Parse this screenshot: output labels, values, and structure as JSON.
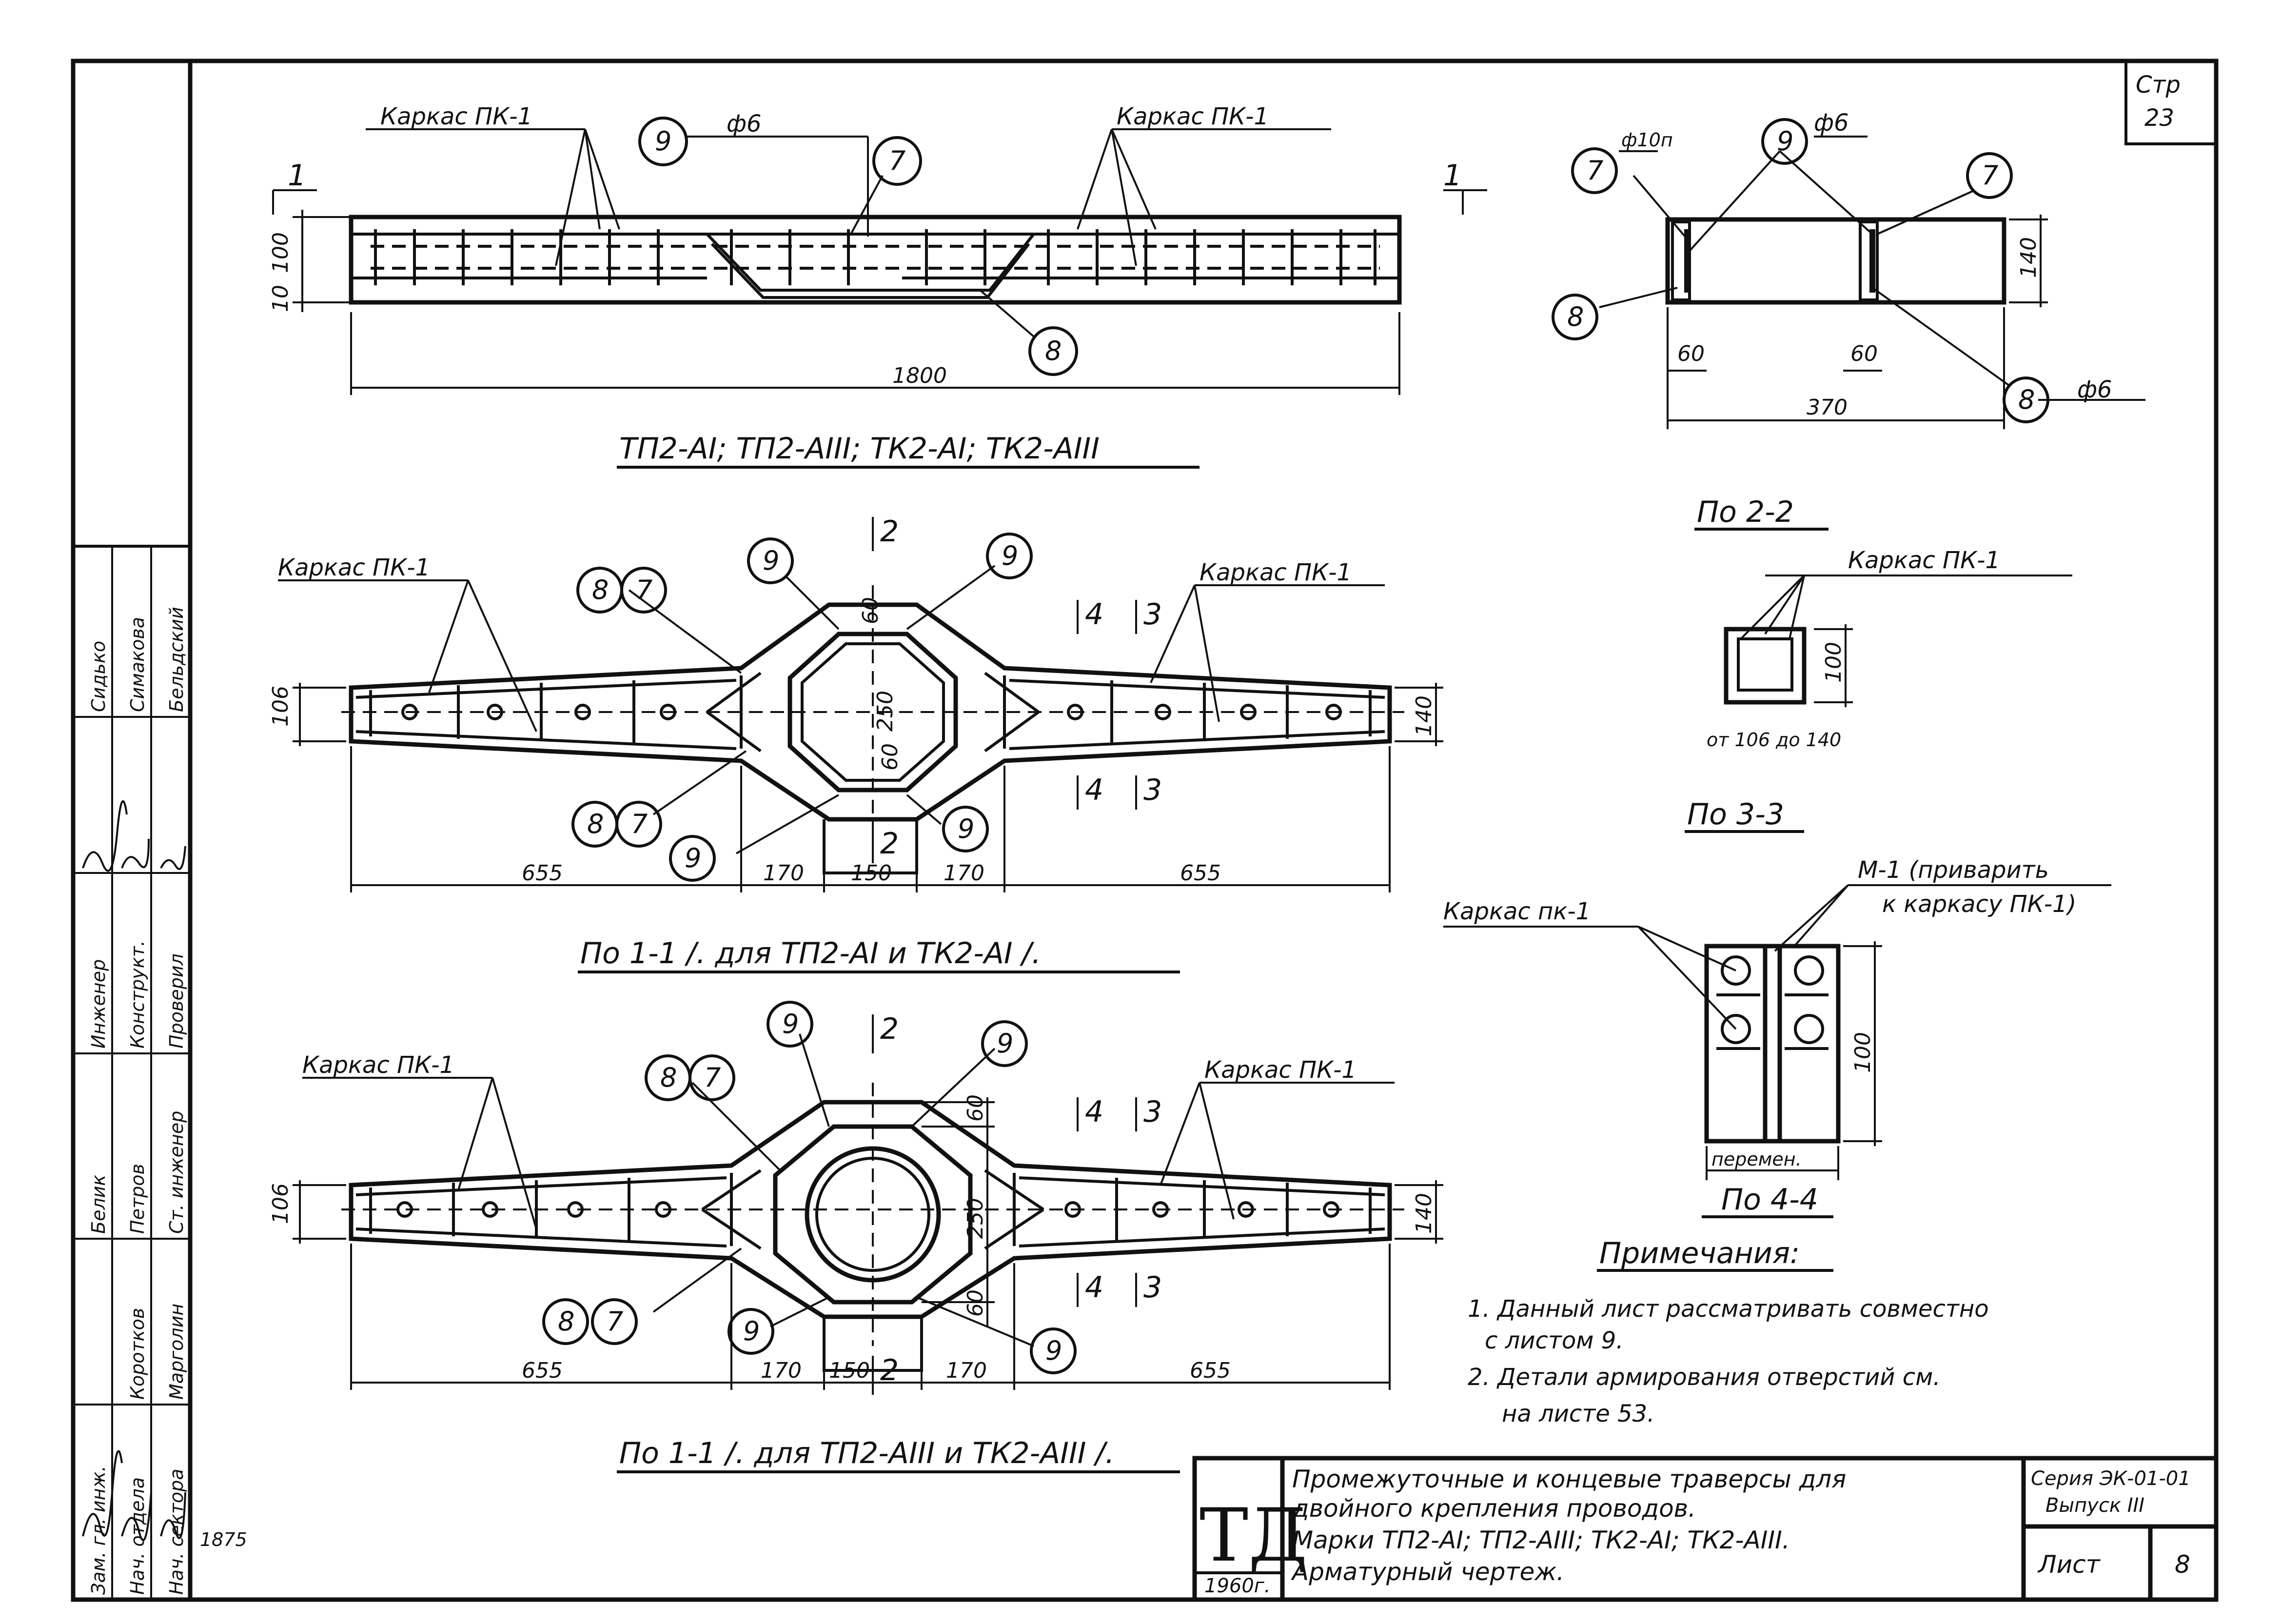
{
  "page_number": {
    "label": "Стр",
    "value": "23"
  },
  "labels": {
    "frame_pk1": "Каркас ПК-1",
    "frame_pk1_lower": "Каркас пк-1",
    "phi6": "ф6",
    "phi10p": "ф10п",
    "cut_mark_1": "1",
    "cut_mark_2": "2",
    "cut_mark_3": "3",
    "cut_mark_4": "4",
    "m1_note": "М-1 (приварить",
    "m1_note2": "к каркасу ПК-1)"
  },
  "bubbles": {
    "b7": "7",
    "b8": "8",
    "b9": "9"
  },
  "dimensions": {
    "d1800": "1800",
    "d10": "10",
    "d100": "100",
    "d140": "140",
    "d60": "60",
    "d370": "370",
    "d655": "655",
    "d170": "170",
    "d150": "150",
    "d250": "250",
    "d106": "106",
    "d106_80_140": "от 106 до 140",
    "d_var": "перемен."
  },
  "titles": {
    "plan_title": "ТП2-АI; ТП2-АIII; ТК2-АI; ТК2-АIII",
    "section_2": "По 2-2",
    "section_3": "По 3-3",
    "section_4": "По 4-4",
    "section_1a": "По 1-1 /. для ТП2-АI и ТК2-АI /.",
    "section_1b": "По 1-1 /. для ТП2-АIII и ТК2-АIII /."
  },
  "notes": {
    "heading": "Примечания:",
    "item1_line1": "1. Данный лист рассматривать совместно",
    "item1_line2": "с листом 9.",
    "item2_line1": "2. Детали армирования отверстий см.",
    "item2_line2": "на листе 53."
  },
  "sidebar": {
    "roles": [
      "Зам. гл. инж.",
      "Нач. отдела",
      "Нач. сектора",
      "Ст. инженер",
      "Инженер",
      "Конструкт.",
      "Проверил"
    ],
    "names_left": [
      "Белик",
      "Петров",
      "Коротков",
      "Марголин"
    ],
    "names_right": [
      "Сидько",
      "Симакова",
      "Бельдский"
    ],
    "sign_note": "1875"
  },
  "title_block": {
    "logo": "ТД",
    "year": "1960г.",
    "desc_line1": "Промежуточные и концевые траверсы для",
    "desc_line2": "двойного крепления проводов.",
    "desc_line3": "Марки ТП2-АI; ТП2-АIII; ТК2-АI; ТК2-АIII.",
    "desc_line4": "Арматурный чертеж.",
    "series": "Серия ЭК-01-01",
    "issue": "Выпуск III",
    "sheet_label": "Лист",
    "sheet_value": "8"
  }
}
